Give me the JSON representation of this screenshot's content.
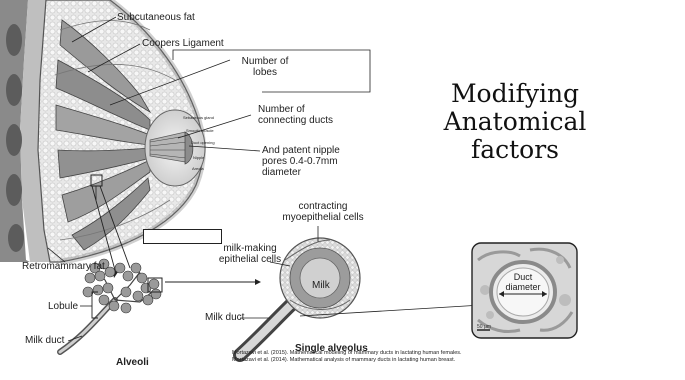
{
  "title": {
    "line1": "Modifying",
    "line2": "Anatomical",
    "line3": "factors"
  },
  "labels": {
    "subcutaneous_fat": "Subcutaneous fat",
    "coopers_ligament": "Coopers Ligament",
    "number_of_lobes": "Number of\nlobes",
    "number_of_connecting_ducts": "Number of\nconnecting ducts",
    "nipple_pores": "And patent nipple\npores 0.4-0.7mm\ndiameter",
    "retromammary_fat": "Retromammary fat",
    "lobule": "Lobule",
    "milk_duct_left": "Milk duct",
    "alveoli": "Alveoli",
    "contracting_cells": "contracting\nmyoepithelial cells",
    "milk_making_cells": "milk-making\nepithelial cells",
    "milk": "Milk",
    "milk_duct_center": "Milk duct",
    "single_alveolus": "Single alveolus",
    "duct_diameter": "Duct\ndiameter",
    "scale_bar": "50 μm"
  },
  "nipple_parts": {
    "sebaceous_gland": "Sebaceous gland",
    "smooth_muscle": "Smooth muscle",
    "duct_opening": "Duct opening",
    "nipple": "Nipple",
    "areola": "Areola"
  },
  "references": {
    "ref1": "Mortazavi et al. (2015). Mathematical modeling of mammary ducts in lactating human females.",
    "ref2": "Mortazavi et al. (2014). Mathematical analysis of mammary ducts in lactating human breast."
  },
  "colors": {
    "tissue_light": "#e6e6e6",
    "tissue_mid": "#bdbdbd",
    "tissue_dark": "#6a6a6a",
    "line": "#222222",
    "title": "#111111"
  }
}
